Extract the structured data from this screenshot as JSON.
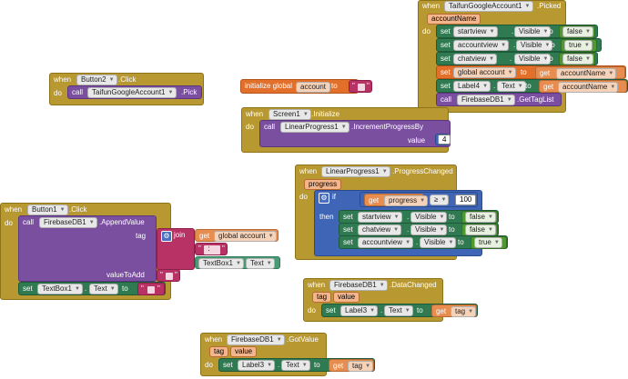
{
  "kw": {
    "when": "when",
    "do": "do",
    "set": "set",
    "to": "to",
    "call": "call",
    "get": "get",
    "if": "if",
    "then": "then",
    "join": "join",
    "tag": "tag",
    "valueToAdd": "valueToAdd",
    "value": "value",
    "init": "initialize global",
    "dot": ".",
    "quote": "\""
  },
  "b_picked": {
    "component": "TaifunGoogleAccount1",
    "event": ".Picked",
    "param": "accountName",
    "rows": [
      {
        "comp": "startview",
        "prop": "Visible",
        "val": "false"
      },
      {
        "comp": "accountview",
        "prop": "Visible",
        "val": "true"
      },
      {
        "comp": "chatview",
        "prop": "Visible",
        "val": "false"
      }
    ],
    "set_global": "global account",
    "get_name": "accountName",
    "label_comp": "Label4",
    "label_prop": "Text",
    "get_name2": "accountName",
    "call_comp": "FirebaseDB1",
    "call_method": ".GetTagList"
  },
  "b_button2": {
    "component": "Button2",
    "event": ".Click",
    "call_comp": "TaifunGoogleAccount1",
    "call_method": ".Pick"
  },
  "b_init": {
    "name": "account"
  },
  "b_screen1": {
    "component": "Screen1",
    "event": ".Initialize",
    "call_comp": "LinearProgress1",
    "call_method": ".IncrementProgressBy",
    "arg_name": "value",
    "arg_val": "4"
  },
  "b_progress": {
    "component": "LinearProgress1",
    "event": ".ProgressChanged",
    "param": "progress",
    "get_name": "progress",
    "op": "≥",
    "cmp_val": "100",
    "rows": [
      {
        "comp": "startview",
        "prop": "Visible",
        "val": "false"
      },
      {
        "comp": "chatview",
        "prop": "Visible",
        "val": "false"
      },
      {
        "comp": "accountview",
        "prop": "Visible",
        "val": "true"
      }
    ]
  },
  "b_button1": {
    "component": "Button1",
    "event": ".Click",
    "call_comp": "FirebaseDB1",
    "call_method": ".AppendValue",
    "get_global": "global account",
    "sep": " : ",
    "tb_comp": "TextBox1",
    "tb_prop": "Text",
    "set_comp": "TextBox1",
    "set_prop": "Text"
  },
  "b_datachanged": {
    "component": "FirebaseDB1",
    "event": ".DataChanged",
    "p1": "tag",
    "p2": "value",
    "set_comp": "Label3",
    "set_prop": "Text",
    "get_name": "tag"
  },
  "b_gotvalue": {
    "component": "FirebaseDB1",
    "event": ".GotValue",
    "p1": "tag",
    "p2": "value",
    "set_comp": "Label3",
    "set_prop": "Text",
    "get_name": "tag"
  }
}
